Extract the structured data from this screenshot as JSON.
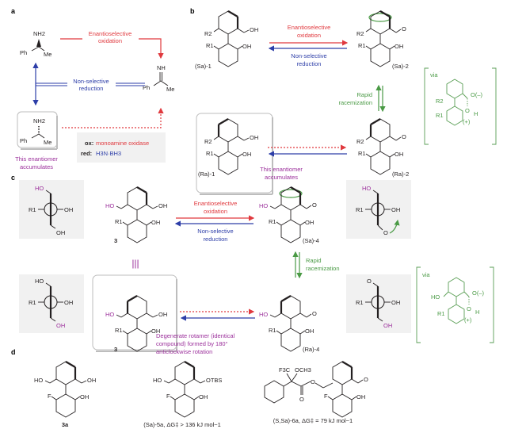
{
  "panels": {
    "a": {
      "label": "a",
      "amine_top": {
        "nh2": "NH2",
        "ph": "Ph",
        "me": "Me"
      },
      "imine": {
        "nh": "NH",
        "ph": "Ph",
        "me": "Me"
      },
      "amine_bottom": {
        "nh2": "NH2",
        "ph": "Ph",
        "me": "Me"
      },
      "arrow_ox_label": [
        "Enantioselective",
        "oxidation"
      ],
      "arrow_red_label": [
        "Non-selective",
        "reduction"
      ],
      "accumulates_label": [
        "This enantiomer",
        "accumulates"
      ],
      "legend": {
        "ox_key": "ox:",
        "ox_value": "monoamine oxidase",
        "red_key": "red:",
        "red_value": "H3N·BH3"
      }
    },
    "b": {
      "label": "b",
      "sa1_label": "(Sa)-1",
      "sa2_label": "(Sa)-2",
      "ra1_label": "(Ra)-1",
      "ra2_label": "(Ra)-2",
      "arrow_ox_label": [
        "Enantioselective",
        "oxidation"
      ],
      "arrow_red_label": [
        "Non-selective",
        "reduction"
      ],
      "racemization_label": [
        "Rapid",
        "racemization"
      ],
      "accumulates_label": [
        "This enantiomer",
        "accumulates"
      ],
      "via_label": "via",
      "substituents": {
        "r1": "R1",
        "r2": "R2",
        "oh": "OH",
        "o": "O",
        "h": "H",
        "o_minus": "O(–)",
        "plus": "(+)"
      }
    },
    "c": {
      "label": "c",
      "compound3_label": "3",
      "sa4_label": "(Sa)-4",
      "ra4_label": "(Ra)-4",
      "arrow_ox_label": [
        "Enantioselective",
        "oxidation"
      ],
      "arrow_red_label": [
        "Non-selective",
        "reduction"
      ],
      "racemization_label": [
        "Rapid",
        "racemization"
      ],
      "identity_symbol": "|||",
      "degenerate_label": [
        "Degenerate rotamer (identical",
        "compound) formed by 180°",
        "anticlockwise rotation"
      ],
      "via_label": "via",
      "substituents": {
        "r1": "R1",
        "ho": "HO",
        "oh": "OH",
        "o": "O",
        "h": "H",
        "o_minus": "O(–)",
        "plus": "(+)"
      }
    },
    "d": {
      "label": "d",
      "compounds": [
        {
          "name": "3a",
          "caption": "3a"
        },
        {
          "name": "5a",
          "caption": "(Sa)-5a, ΔG‡ > 136 kJ mol−1",
          "otbs": "OTBS"
        },
        {
          "name": "6a",
          "caption": "(S,Sa)-6a, ΔG‡ = 79 kJ mol−1",
          "cf3": "F3C",
          "och3": "OCH3"
        }
      ],
      "substituents": {
        "f": "F",
        "ho": "HO",
        "oh": "OH",
        "o": "O"
      }
    }
  },
  "colors": {
    "oxidation": "#e0393e",
    "reduction": "#2d3ea8",
    "racemization": "#4a9a45",
    "accumulate": "#9b2f9b",
    "panel_bg": "#f1f1f1"
  }
}
